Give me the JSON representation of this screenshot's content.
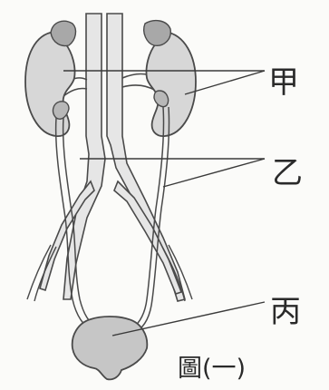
{
  "labels": {
    "jia": "甲",
    "yi": "乙",
    "bing": "丙"
  },
  "caption": "圖(一)",
  "colors": {
    "organ_fill": "#c6c6c6",
    "organ_dark": "#a8a8a8",
    "vessel_fill": "#e6e6e6",
    "stroke": "#4a4a4a",
    "leader_line": "#3a3a3a"
  }
}
